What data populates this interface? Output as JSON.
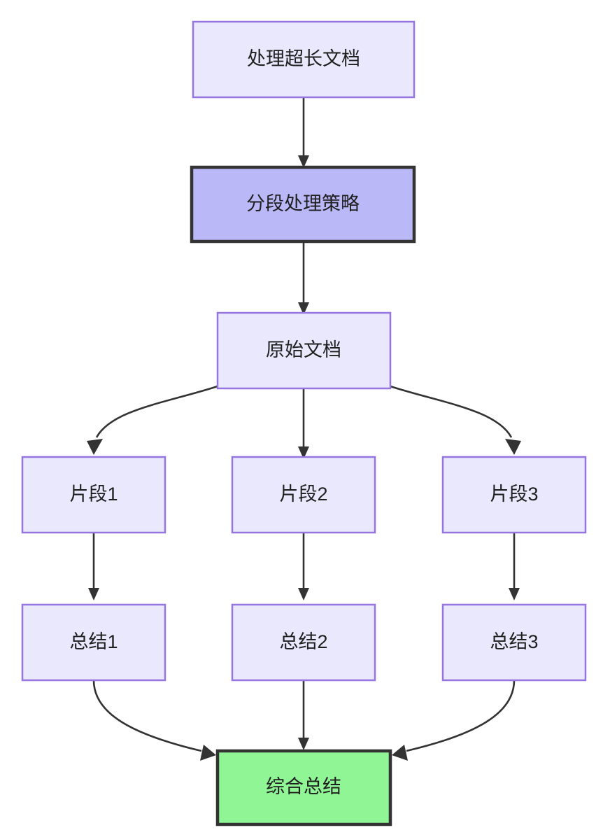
{
  "diagram": {
    "type": "flowchart",
    "direction": "top-to-bottom",
    "title": "处理超长文档",
    "background_color": "#ffffff",
    "styles": {
      "light_fill": "#e9e8fd",
      "light_border": "#9775e0",
      "strong_fill": "#bbb8f7",
      "strong_border": "#333333",
      "green_fill": "#90f594",
      "green_border": "#333333",
      "edge_color": "#333333",
      "text_color": "#1f1f20"
    },
    "nodes": [
      {
        "id": "n1",
        "label": "处理超长文档",
        "style": "light"
      },
      {
        "id": "n2",
        "label": "分段处理策略",
        "style": "strong"
      },
      {
        "id": "n3",
        "label": "原始文档",
        "style": "light"
      },
      {
        "id": "n4",
        "label": "片段1",
        "style": "light"
      },
      {
        "id": "n5",
        "label": "片段2",
        "style": "light"
      },
      {
        "id": "n6",
        "label": "片段3",
        "style": "light"
      },
      {
        "id": "n7",
        "label": "总结1",
        "style": "light"
      },
      {
        "id": "n8",
        "label": "总结2",
        "style": "light"
      },
      {
        "id": "n9",
        "label": "总结3",
        "style": "light"
      },
      {
        "id": "n10",
        "label": "综合总结",
        "style": "green"
      }
    ],
    "edges": [
      {
        "from": "n1",
        "to": "n2"
      },
      {
        "from": "n2",
        "to": "n3"
      },
      {
        "from": "n3",
        "to": "n4"
      },
      {
        "from": "n3",
        "to": "n5"
      },
      {
        "from": "n3",
        "to": "n6"
      },
      {
        "from": "n4",
        "to": "n7"
      },
      {
        "from": "n5",
        "to": "n8"
      },
      {
        "from": "n6",
        "to": "n9"
      },
      {
        "from": "n7",
        "to": "n10"
      },
      {
        "from": "n8",
        "to": "n10"
      },
      {
        "from": "n9",
        "to": "n10"
      }
    ]
  }
}
